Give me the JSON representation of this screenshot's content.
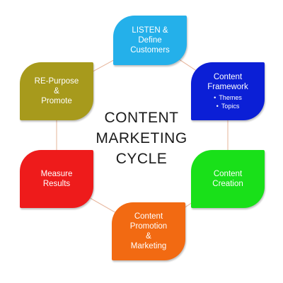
{
  "diagram": {
    "title_lines": [
      "CONTENT",
      "MARKETING",
      "CYCLE"
    ],
    "steps": [
      {
        "id": "listen",
        "lines": [
          "LISTEN  &",
          "Define",
          "Customers"
        ],
        "bullets": [],
        "color": "#24b0ea"
      },
      {
        "id": "framework",
        "lines": [
          "Content",
          "Framework"
        ],
        "bullets": [
          "Themes",
          "Topics"
        ],
        "color": "#0b1fd6"
      },
      {
        "id": "creation",
        "lines": [
          "Content",
          "Creation"
        ],
        "bullets": [],
        "color": "#19e019"
      },
      {
        "id": "promotion",
        "lines": [
          "Content",
          "Promotion",
          "&",
          "Marketing"
        ],
        "bullets": [],
        "color": "#f26a12"
      },
      {
        "id": "measure",
        "lines": [
          "Measure",
          "Results"
        ],
        "bullets": [],
        "color": "#ee1b1b"
      },
      {
        "id": "repurpose",
        "lines": [
          "RE-Purpose",
          "&",
          "Promote"
        ],
        "bullets": [],
        "color": "#a79a1c"
      }
    ],
    "connector_color": "#e6b49a"
  }
}
